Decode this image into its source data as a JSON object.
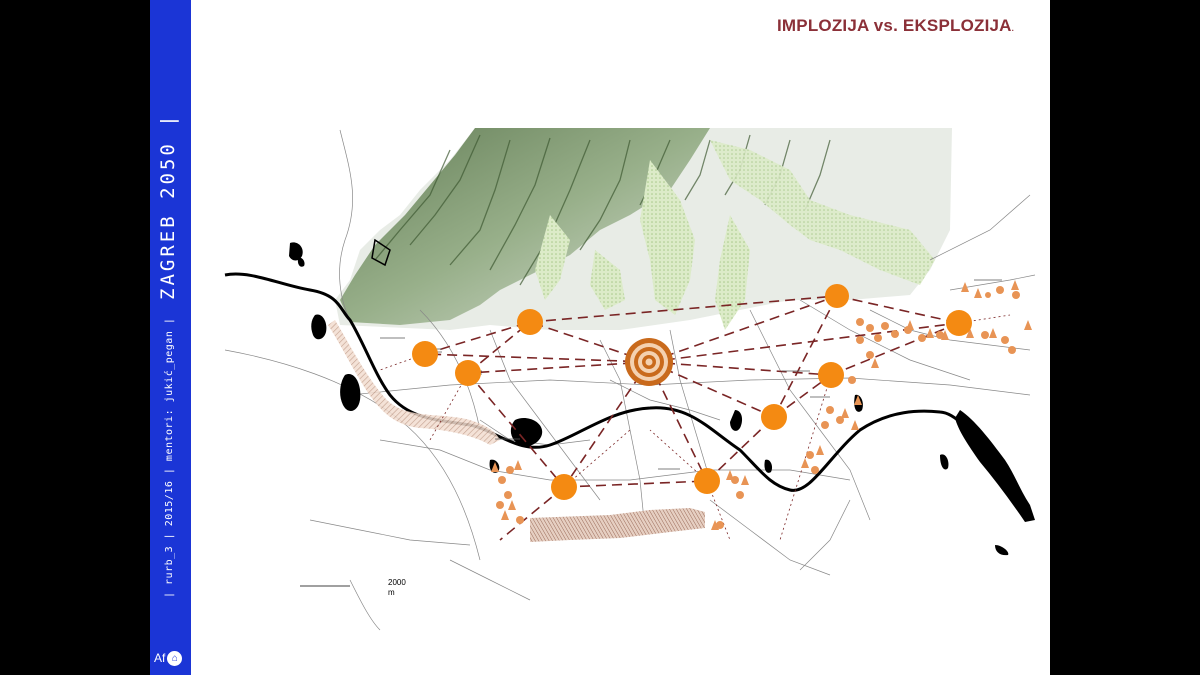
{
  "sidebar": {
    "title": "ZAGREB 2050 |",
    "subtitle": "| rurb_3 | 2015/16 | mentori: jukić_pegan |",
    "logo_text": "Af",
    "logo_badge_icon": "building-emblem-icon",
    "color": "#1b35d6"
  },
  "slide": {
    "title": "IMPLOZIJA vs. EKSPLOZIJA",
    "title_suffix": ".",
    "title_color": "#8b3038"
  },
  "map": {
    "scale_bar": {
      "label_value": "2000",
      "label_unit": "m"
    },
    "colors": {
      "nodes": "#f48a12",
      "center": "#c96a1c",
      "links": "#7a2525",
      "river": "#000000",
      "forest": "#cfe3b8",
      "trees": "#e89455"
    }
  }
}
